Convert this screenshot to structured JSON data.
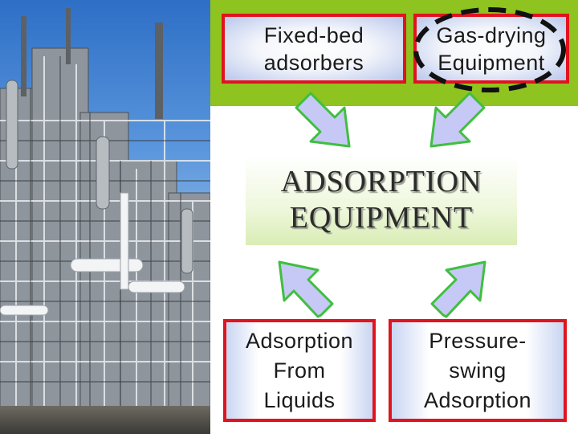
{
  "diagram": {
    "top_left_box": "Fixed-bed\nadsorbers",
    "top_right_box": "Gas-drying\nEquipment",
    "center_box": "ADSORPTION\nEQUIPMENT",
    "bottom_left_box": "Adsorption\nFrom\nLiquids",
    "bottom_right_box": "Pressure-\nswing\nAdsorption"
  },
  "colors": {
    "header_band": "#8fc31f",
    "box_border": "#e0141e",
    "arrow_fill": "#c6c8f5",
    "arrow_stroke": "#3fbf3f",
    "highlight_ring": "#111111"
  }
}
